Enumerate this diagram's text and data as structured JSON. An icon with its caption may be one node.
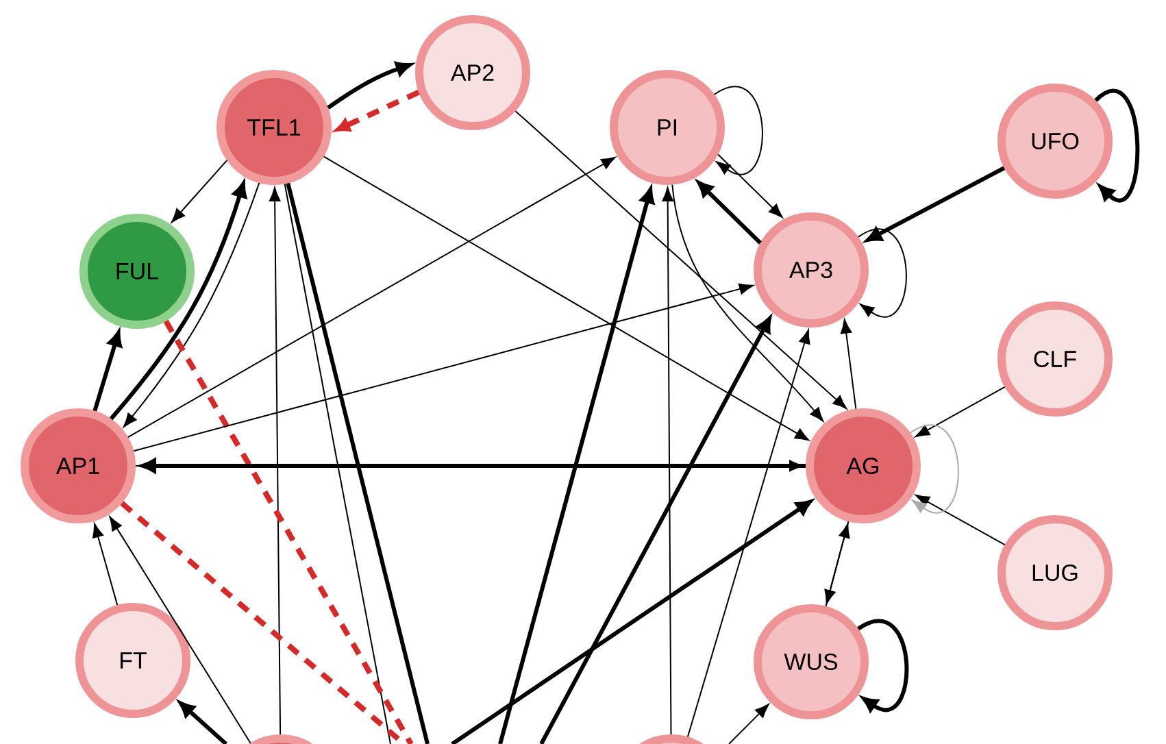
{
  "diagram": {
    "nodes": [
      {
        "text": [
          "TFL1"
        ]
      },
      {
        "text": [
          "AP2"
        ]
      },
      {
        "text": [
          "PI"
        ]
      },
      {
        "text": [
          "UFO"
        ]
      },
      {
        "text": [
          "FUL"
        ]
      },
      {
        "text": [
          "AP3"
        ]
      },
      {
        "text": [
          "CLF"
        ]
      },
      {
        "text": [
          "AP1"
        ]
      },
      {
        "text": [
          "AG"
        ]
      },
      {
        "text": [
          "LUG"
        ]
      },
      {
        "text": [
          "FT"
        ]
      },
      {
        "text": [
          "WUS"
        ]
      },
      {
        "text": [],
        "shape": "circle"
      },
      {
        "text": [],
        "shape": "circle"
      }
    ],
    "edges": [
      {
        "from": 0,
        "to": 1,
        "arrow": "to",
        "style": "thick"
      },
      {
        "from": 1,
        "to": 0,
        "arrow": "to",
        "style": "dashed",
        "color": "#d42a2a"
      },
      {
        "from": 0,
        "to": 4,
        "arrow": "to"
      },
      {
        "from": 7,
        "to": 0,
        "arrow": "to",
        "style": "thick"
      },
      {
        "from": 7,
        "to": 4,
        "arrow": "to",
        "style": "thick"
      },
      {
        "from": 0,
        "to": 7,
        "arrow": "to"
      },
      {
        "from": 0,
        "to": 8,
        "arrow": "to"
      },
      {
        "from": 1,
        "to": 8,
        "arrow": "to"
      },
      {
        "from": 12,
        "to": 0,
        "arrow": "to"
      },
      {
        "from": 0,
        "to": null,
        "arrow": "none",
        "style": "thick"
      },
      {
        "from": 0,
        "to": null,
        "arrow": "none"
      },
      {
        "from": 4,
        "to": null,
        "arrow": "none",
        "style": "dashed",
        "color": "#d42a2a"
      },
      {
        "from": 7,
        "to": null,
        "arrow": "none",
        "style": "dashed",
        "color": "#d42a2a"
      },
      {
        "from": 8,
        "to": 7,
        "arrow": "to",
        "style": "thick"
      },
      {
        "from": 7,
        "to": 2,
        "arrow": "to"
      },
      {
        "from": 7,
        "to": 5,
        "arrow": "to"
      },
      {
        "from": 7,
        "to": 8,
        "arrow": "to"
      },
      {
        "from": 12,
        "to": 7,
        "arrow": "to"
      },
      {
        "from": 10,
        "to": 7,
        "arrow": "to"
      },
      {
        "from": null,
        "to": 10,
        "arrow": "to",
        "style": "thick"
      },
      {
        "from": 2,
        "to": 2,
        "arrow": "to"
      },
      {
        "from": 2,
        "to": 5,
        "arrow": "to"
      },
      {
        "from": 5,
        "to": 2,
        "arrow": "to",
        "style": "thick"
      },
      {
        "from": 3,
        "to": 3,
        "arrow": "to",
        "style": "thick"
      },
      {
        "from": 3,
        "to": 5,
        "arrow": "to",
        "style": "thick"
      },
      {
        "from": 5,
        "to": 5,
        "arrow": "to"
      },
      {
        "from": 8,
        "to": 5,
        "arrow": "to"
      },
      {
        "from": 6,
        "to": 8,
        "arrow": "to"
      },
      {
        "from": 9,
        "to": 8,
        "arrow": "to"
      },
      {
        "from": 8,
        "to": 8,
        "arrow": "to",
        "color": "#aaaaaa"
      },
      {
        "from": 8,
        "to": 11,
        "arrow": "to"
      },
      {
        "from": 11,
        "to": 11,
        "arrow": "to",
        "style": "thick"
      },
      {
        "from": 11,
        "to": 8,
        "arrow": "to"
      },
      {
        "from": null,
        "to": 2,
        "arrow": "to",
        "style": "thick"
      },
      {
        "from": 13,
        "to": 2,
        "arrow": "to"
      },
      {
        "from": null,
        "to": 5,
        "arrow": "to",
        "style": "thick"
      },
      {
        "from": null,
        "to": 8,
        "arrow": "to",
        "style": "thick"
      },
      {
        "from": null,
        "to": 11,
        "arrow": "to"
      },
      {
        "from": 2,
        "to": 8,
        "arrow": "to"
      },
      {
        "from": 13,
        "to": 5,
        "arrow": "to"
      }
    ]
  }
}
